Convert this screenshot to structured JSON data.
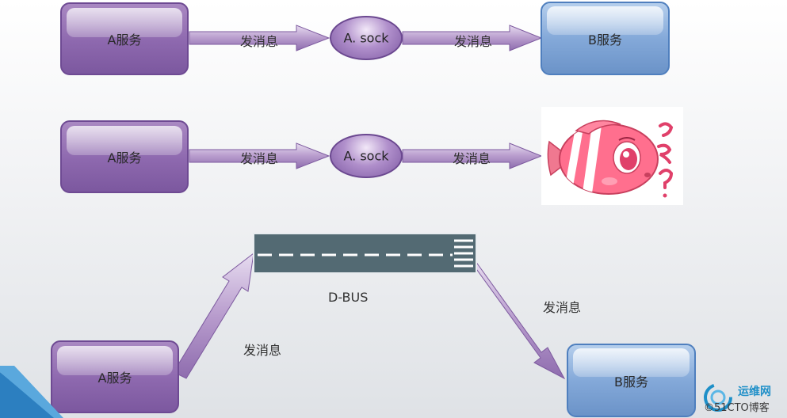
{
  "diagram": {
    "row1": {
      "service_a": "A服务",
      "socket": "A. sock",
      "msg_left": "发消息",
      "msg_right": "发消息",
      "service_b": "B服务"
    },
    "row2": {
      "service_a": "A服务",
      "socket": "A. sock",
      "msg_left": "发消息",
      "msg_right": "发消息"
    },
    "row3": {
      "bus_label": "D-BUS",
      "msg_up": "发消息",
      "msg_down": "发消息",
      "service_a": "A服务",
      "service_b": "B服务"
    }
  },
  "colors": {
    "service_a": "#8d68ae",
    "service_b": "#84a9d9",
    "bus": "#536a73",
    "arrow": "#b49ac9"
  },
  "watermark": {
    "brand": "运维网",
    "site": "©51CTO博客"
  }
}
